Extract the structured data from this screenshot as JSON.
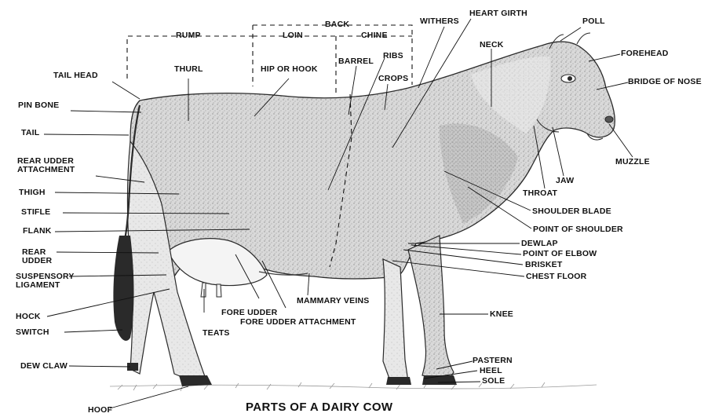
{
  "title": "PARTS OF A DAIRY COW",
  "labels": {
    "rump": "RUMP",
    "back": "BACK",
    "loin": "LOIN",
    "chine": "CHINE",
    "withers": "WITHERS",
    "heart_girth": "HEART GIRTH",
    "poll": "POLL",
    "forehead": "FOREHEAD",
    "bridge_of_nose": "BRIDGE OF NOSE",
    "neck": "NECK",
    "muzzle": "MUZZLE",
    "jaw": "JAW",
    "throat": "THROAT",
    "tail_head": "TAIL HEAD",
    "thurl": "THURL",
    "hip_or_hook": "HIP OR HOOK",
    "barrel": "BARREL",
    "ribs": "RIBS",
    "crops": "CROPS",
    "pin_bone": "PIN BONE",
    "tail": "TAIL",
    "rear_udder_attachment": "REAR UDDER ATTACHMENT",
    "thigh": "THIGH",
    "stifle": "STIFLE",
    "flank": "FLANK",
    "rear_udder": "REAR UDDER",
    "suspensory_ligament": "SUSPENSORY LIGAMENT",
    "hock": "HOCK",
    "switch": "SWITCH",
    "dew_claw": "DEW CLAW",
    "hoof": "HOOF",
    "teats": "TEATS",
    "fore_udder": "FORE UDDER",
    "fore_udder_attachment": "FORE UDDER ATTACHMENT",
    "mammary_veins": "MAMMARY VEINS",
    "shoulder_blade": "SHOULDER BLADE",
    "point_of_shoulder": "POINT OF SHOULDER",
    "dewlap": "DEWLAP",
    "point_of_elbow": "POINT OF ELBOW",
    "brisket": "BRISKET",
    "chest_floor": "CHEST FLOOR",
    "knee": "KNEE",
    "pastern": "PASTERN",
    "heel": "HEEL",
    "sole": "SOLE"
  },
  "colors": {
    "ink": "#111111",
    "body_shade": "#cfcfcf",
    "body_dark": "#9a9a9a",
    "switch": "#2a2a2a",
    "ground": "#bdbdbd"
  }
}
